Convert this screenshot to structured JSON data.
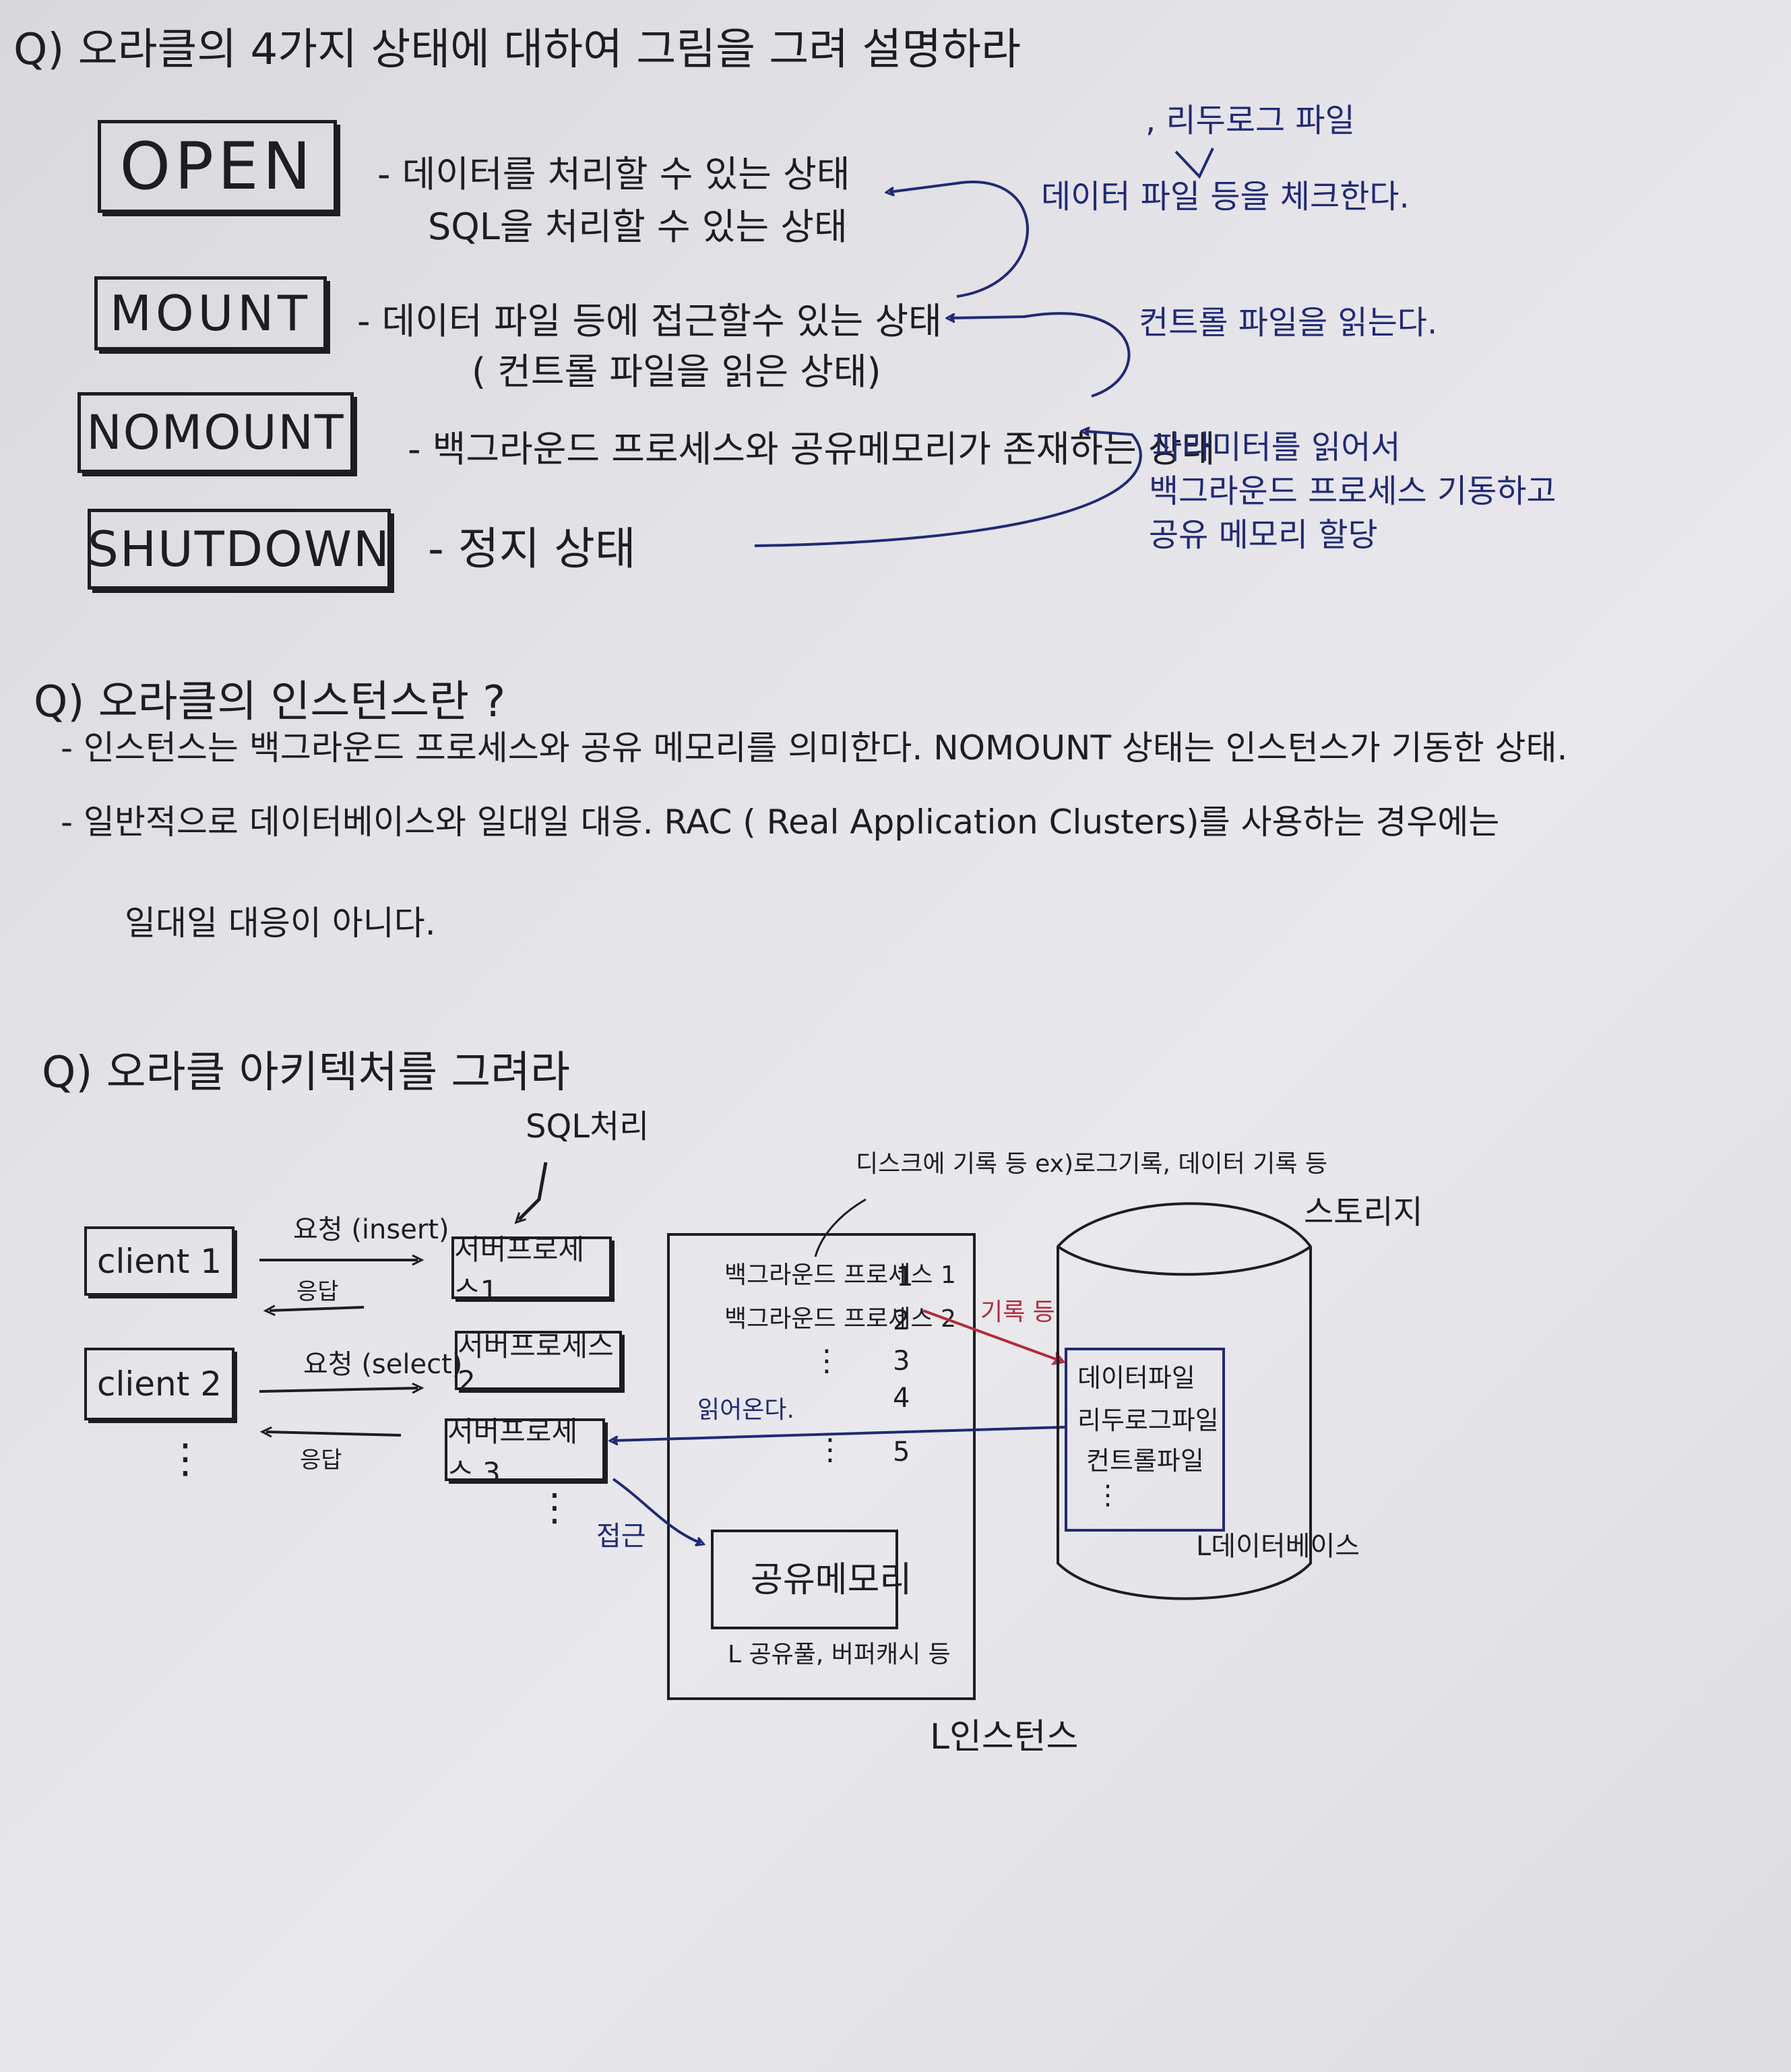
{
  "q1": {
    "title": "Q) 오라클의 4가지 상태에 대하여 그림을 그려 설명하라",
    "states": [
      {
        "name": "OPEN",
        "desc1": "- 데이터를 처리할 수 있는 상태",
        "desc2": "SQL을 처리할 수 있는 상태"
      },
      {
        "name": "MOUNT",
        "desc1": "- 데이터 파일 등에 접근할수 있는 상태",
        "desc2": "( 컨트롤 파일을 읽은 상태)"
      },
      {
        "name": "NOMOUNT",
        "desc1": "- 백그라운드 프로세스와 공유메모리가 존재하는 상태",
        "desc2": ""
      },
      {
        "name": "SHUTDOWN",
        "desc1": "- 정지 상태",
        "desc2": ""
      }
    ],
    "notes": {
      "redo_insert": ", 리두로그 파일",
      "open_check": "데이터 파일 등을 체크한다.",
      "mount_read": "컨트롤 파일을 읽는다.",
      "nomount_1": "파라미터를 읽어서",
      "nomount_2": "백그라운드 프로세스 기동하고",
      "nomount_3": "공유 메모리 할당"
    }
  },
  "q2": {
    "title": "Q) 오라클의 인스턴스란 ?",
    "line1": "- 인스턴스는 백그라운드 프로세스와 공유 메모리를 의미한다. NOMOUNT 상태는 인스턴스가 기동한 상태.",
    "line2": "- 일반적으로 데이터베이스와 일대일 대응. RAC ( Real Application Clusters)를 사용하는 경우에는",
    "line3": "일대일 대응이 아니다."
  },
  "q3": {
    "title": "Q) 오라클 아키텍처를 그려라",
    "sql_label": "SQL처리",
    "clients": [
      "client 1",
      "client 2"
    ],
    "client_dots": "⋮",
    "req1": "요청 (insert)",
    "resp1": "응답",
    "req2": "요청 (select)",
    "resp2": "응답",
    "server_procs": [
      "서버프로세스1",
      "서버프로세스 2",
      "서버프로세스 3"
    ],
    "server_dots": "⋮",
    "disk_note": "디스크에 기록 등 ex)로그기록, 데이터 기록 등",
    "bg_procs": [
      "백그라운드 프로세스 1",
      "백그라운드 프로세스 2"
    ],
    "bg_numbers": [
      "1",
      "2",
      "3",
      "4",
      "5"
    ],
    "read_label": "읽어온다.",
    "write_label": "기록 등",
    "access_label": "접근",
    "shared_mem": "공유메모리",
    "shared_mem_note": "L 공유풀, 버퍼캐시 등",
    "instance_label": "L인스턴스",
    "storage_label": "스토리지",
    "db_files": [
      "데이터파일",
      "리두로그파일",
      "컨트롤파일"
    ],
    "db_label": "L데이터베이스"
  }
}
